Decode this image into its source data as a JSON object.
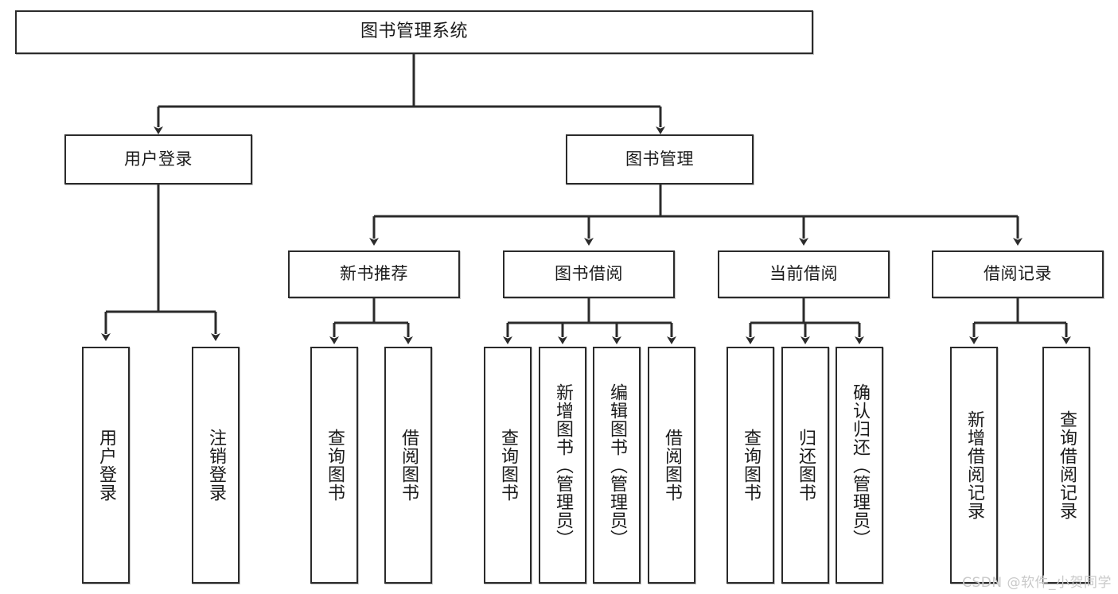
{
  "diagram": {
    "type": "tree",
    "title": "图书管理系统",
    "orientation": "top-down",
    "colors": {
      "box_border": "#2b2b2b",
      "box_fill": "#ffffff",
      "edge": "#2b2b2b",
      "text": "#1b1b1b",
      "watermark": "#c9c9c9"
    },
    "nodes": {
      "root": {
        "label": "图书管理系统"
      },
      "level2": [
        {
          "id": "user-login",
          "label": "用户登录"
        },
        {
          "id": "book-manage",
          "label": "图书管理"
        }
      ],
      "level3": [
        {
          "id": "new-book-rec",
          "label": "新书推荐"
        },
        {
          "id": "book-borrow",
          "label": "图书借阅"
        },
        {
          "id": "current-borrow",
          "label": "当前借阅"
        },
        {
          "id": "borrow-record",
          "label": "借阅记录"
        }
      ],
      "leaves": {
        "user-login": [
          {
            "id": "leaf-user-login",
            "label": "用户登录"
          },
          {
            "id": "leaf-logout-login",
            "label": "注销登录"
          }
        ],
        "new-book-rec": [
          {
            "id": "leaf-query-book-1",
            "label": "查询图书"
          },
          {
            "id": "leaf-borrow-book-1",
            "label": "借阅图书"
          }
        ],
        "book-borrow": [
          {
            "id": "leaf-query-book-2",
            "label": "查询图书"
          },
          {
            "id": "leaf-add-book",
            "label": "新增图书（管理员）"
          },
          {
            "id": "leaf-edit-book",
            "label": "编辑图书（管理员）"
          },
          {
            "id": "leaf-borrow-book-2",
            "label": "借阅图书"
          }
        ],
        "current-borrow": [
          {
            "id": "leaf-query-book-3",
            "label": "查询图书"
          },
          {
            "id": "leaf-return-book",
            "label": "归还图书"
          },
          {
            "id": "leaf-confirm-return",
            "label": "确认归还（管理员）"
          }
        ],
        "borrow-record": [
          {
            "id": "leaf-add-record",
            "label": "新增借阅记录"
          },
          {
            "id": "leaf-query-record",
            "label": "查询借阅记录"
          }
        ]
      }
    },
    "watermark": "CSDN @软件_小贺同学"
  }
}
